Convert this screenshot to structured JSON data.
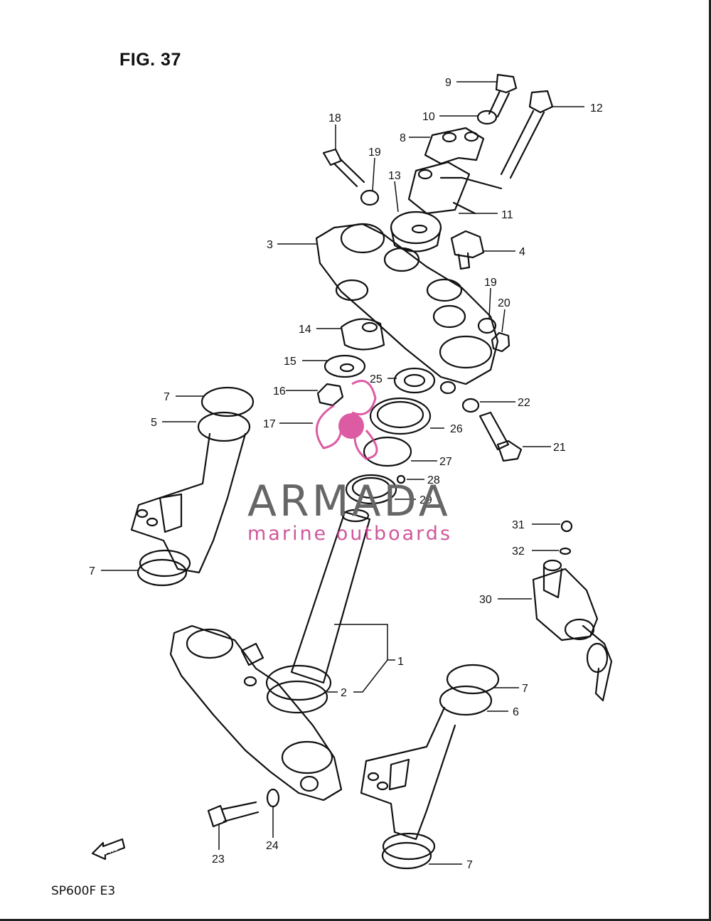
{
  "figure": {
    "title": "FIG. 37",
    "model": "SP600F  E3",
    "fwd_label": "FWD"
  },
  "watermark": {
    "name": "ARMADA",
    "subtitle": "marine outboards",
    "accent_color": "#d63f93",
    "text_color": "#666666"
  },
  "callouts": [
    {
      "id": "c9",
      "label": "9"
    },
    {
      "id": "c10",
      "label": "10"
    },
    {
      "id": "c12",
      "label": "12"
    },
    {
      "id": "c8",
      "label": "8"
    },
    {
      "id": "c18",
      "label": "18"
    },
    {
      "id": "c19a",
      "label": "19"
    },
    {
      "id": "c13",
      "label": "13"
    },
    {
      "id": "c11",
      "label": "11"
    },
    {
      "id": "c3",
      "label": "3"
    },
    {
      "id": "c4",
      "label": "4"
    },
    {
      "id": "c19b",
      "label": "19"
    },
    {
      "id": "c20",
      "label": "20"
    },
    {
      "id": "c14",
      "label": "14"
    },
    {
      "id": "c15",
      "label": "15"
    },
    {
      "id": "c25",
      "label": "25"
    },
    {
      "id": "c7a",
      "label": "7"
    },
    {
      "id": "c16",
      "label": "16"
    },
    {
      "id": "c22",
      "label": "22"
    },
    {
      "id": "c5",
      "label": "5"
    },
    {
      "id": "c17",
      "label": "17"
    },
    {
      "id": "c26",
      "label": "26"
    },
    {
      "id": "c21",
      "label": "21"
    },
    {
      "id": "c27",
      "label": "27"
    },
    {
      "id": "c28",
      "label": "28"
    },
    {
      "id": "c29",
      "label": "29"
    },
    {
      "id": "c31",
      "label": "31"
    },
    {
      "id": "c32",
      "label": "32"
    },
    {
      "id": "c7b",
      "label": "7"
    },
    {
      "id": "c30",
      "label": "30"
    },
    {
      "id": "c1",
      "label": "1"
    },
    {
      "id": "c7c",
      "label": "7"
    },
    {
      "id": "c2",
      "label": "2"
    },
    {
      "id": "c6",
      "label": "6"
    },
    {
      "id": "c23",
      "label": "23"
    },
    {
      "id": "c24",
      "label": "24"
    },
    {
      "id": "c7d",
      "label": "7"
    }
  ]
}
